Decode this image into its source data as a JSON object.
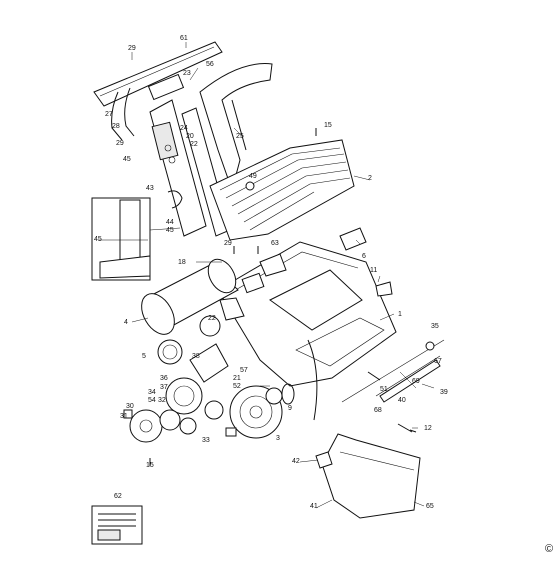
{
  "diagram": {
    "part_numbers": {
      "p61": "61",
      "p29a": "29",
      "p56": "56",
      "p23": "23",
      "p27": "27",
      "p28": "28",
      "p29b": "29",
      "p24": "24",
      "p20": "20",
      "p22a": "22",
      "p45a": "45",
      "p25": "25",
      "p15a": "15",
      "p2": "2",
      "p49": "49",
      "p43": "43",
      "p44": "44",
      "p45b": "45",
      "p45c": "45",
      "p29c": "29",
      "p63": "63",
      "p6": "6",
      "p18": "18",
      "p11": "11",
      "p4": "4",
      "p22b": "22",
      "p1": "1",
      "p5": "5",
      "p38": "38",
      "p57": "57",
      "p21": "21",
      "p52": "52",
      "p36": "36",
      "p37": "37",
      "p34": "34",
      "p32": "32",
      "p54": "54",
      "p30": "30",
      "p31": "31",
      "p33": "33",
      "p15b": "15",
      "p9": "9",
      "p3": "3",
      "p35": "35",
      "p67": "67",
      "p51": "51",
      "p69": "69",
      "p39": "39",
      "p40": "40",
      "p68": "68",
      "p12": "12",
      "p42": "42",
      "p41": "41",
      "p65": "65",
      "p62": "62"
    },
    "copyright": "©"
  }
}
